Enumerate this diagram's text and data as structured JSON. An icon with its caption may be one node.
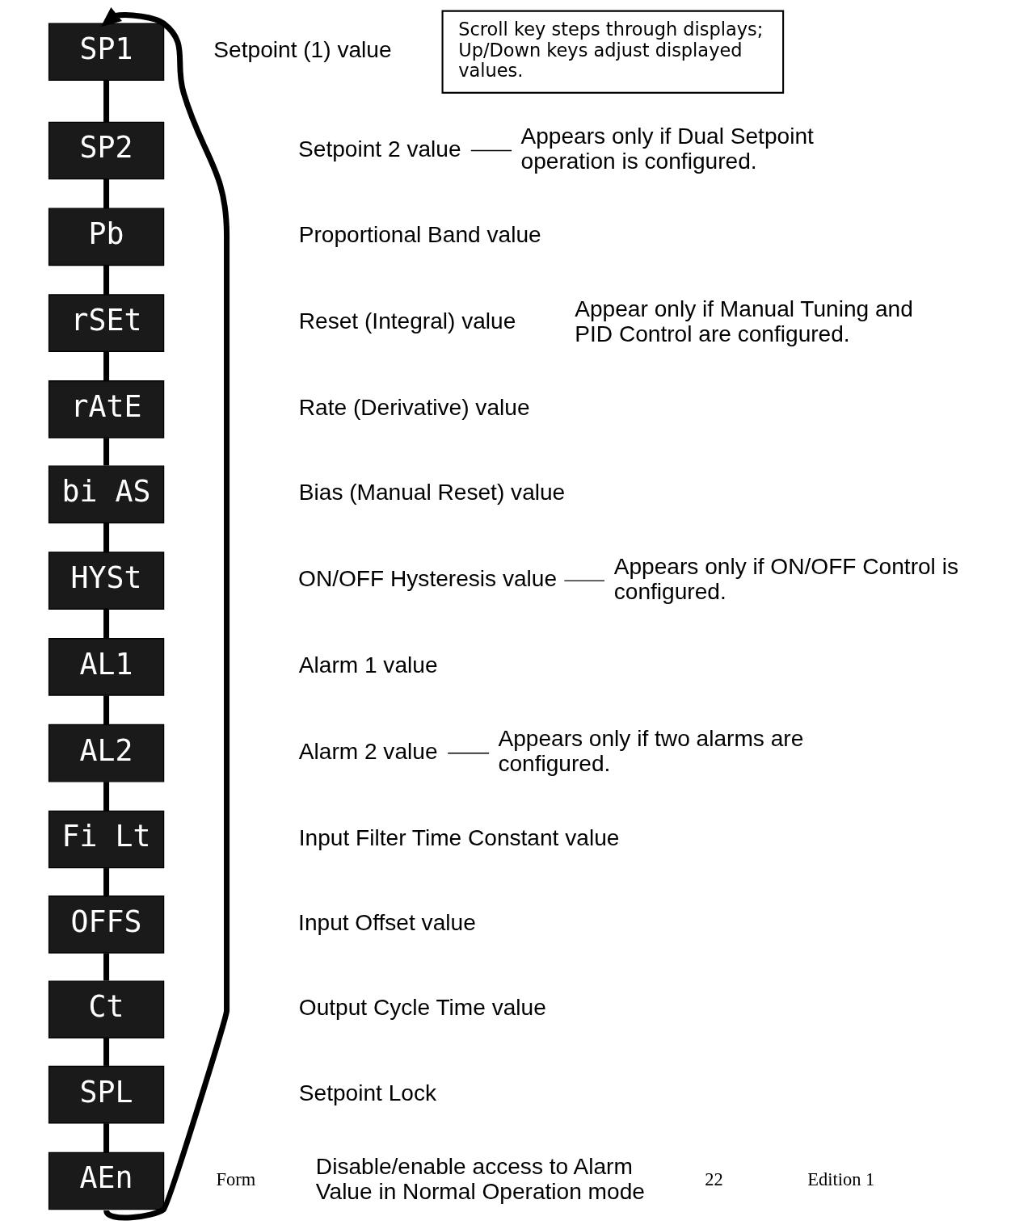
{
  "diagram": {
    "nodes": [
      {
        "text": [
          "SP1"
        ]
      },
      {
        "text": [
          "SP2"
        ]
      },
      {
        "text": [
          "Pb"
        ]
      },
      {
        "text": [
          "rSEt"
        ]
      },
      {
        "text": [
          "rAtE"
        ]
      },
      {
        "text": [
          "bi AS"
        ]
      },
      {
        "text": [
          "HYSt"
        ]
      },
      {
        "text": [
          "AL1"
        ]
      },
      {
        "text": [
          "AL2"
        ]
      },
      {
        "text": [
          "Fi Lt"
        ]
      },
      {
        "text": [
          "OFFS"
        ]
      },
      {
        "text": [
          "Ct"
        ]
      },
      {
        "text": [
          "SPL"
        ]
      },
      {
        "text": [
          "AEn"
        ]
      },
      {
        "text": [
          "Setpoint (1) value"
        ]
      },
      {
        "text": [
          "Setpoint 2 value"
        ]
      },
      {
        "text": [
          "Proportional Band value"
        ]
      },
      {
        "text": [
          "Reset (Integral) value"
        ]
      },
      {
        "text": [
          "Rate (Derivative) value"
        ]
      },
      {
        "text": [
          "Bias (Manual Reset) value"
        ]
      },
      {
        "text": [
          "ON/OFF Hysteresis value"
        ]
      },
      {
        "text": [
          "Alarm 1 value"
        ]
      },
      {
        "text": [
          "Alarm 2 value"
        ]
      },
      {
        "text": [
          "Input Filter Time Constant value"
        ]
      },
      {
        "text": [
          "Input Offset value"
        ]
      },
      {
        "text": [
          "Output Cycle Time value"
        ]
      },
      {
        "text": [
          "Setpoint Lock"
        ]
      },
      {
        "text": [
          "Disable/enable access to Alarm Value in Normal Operation mode"
        ]
      },
      {
        "text": [
          "Appears only if Dual Setpoint operation is configured."
        ]
      },
      {
        "text": [
          "Appears only if ON/OFF Control is configured."
        ]
      },
      {
        "text": [
          "Appears only if two alarms are configured."
        ]
      },
      {
        "text": [
          "Scroll key steps through displays; Up/Down keys adjust displayed values."
        ]
      }
    ],
    "edges": [
      {
        "from": 0,
        "to": 1,
        "arrow": "none"
      },
      {
        "from": 1,
        "to": 2,
        "arrow": "none"
      },
      {
        "from": 2,
        "to": 3,
        "arrow": "none"
      },
      {
        "from": 3,
        "to": 4,
        "arrow": "none"
      },
      {
        "from": 4,
        "to": 5,
        "arrow": "none"
      },
      {
        "from": 5,
        "to": 6,
        "arrow": "none"
      },
      {
        "from": 6,
        "to": 7,
        "arrow": "none"
      },
      {
        "from": 7,
        "to": 8,
        "arrow": "none"
      },
      {
        "from": 8,
        "to": 9,
        "arrow": "none"
      },
      {
        "from": 9,
        "to": 10,
        "arrow": "none"
      },
      {
        "from": 10,
        "to": 11,
        "arrow": "none"
      },
      {
        "from": 11,
        "to": 12,
        "arrow": "none"
      },
      {
        "from": 12,
        "to": 13,
        "arrow": "none"
      },
      {
        "from": 13,
        "to": 0,
        "arrow": "to"
      },
      {
        "from": 15,
        "to": 28,
        "arrow": "none"
      },
      {
        "from": 20,
        "to": 29,
        "arrow": "none"
      },
      {
        "from": 22,
        "to": 30,
        "arrow": "none"
      }
    ],
    "labels": [
      "Appear only if Manual Tuning and PID Control are configured.",
      "Form",
      "22",
      "Edition 1"
    ]
  }
}
